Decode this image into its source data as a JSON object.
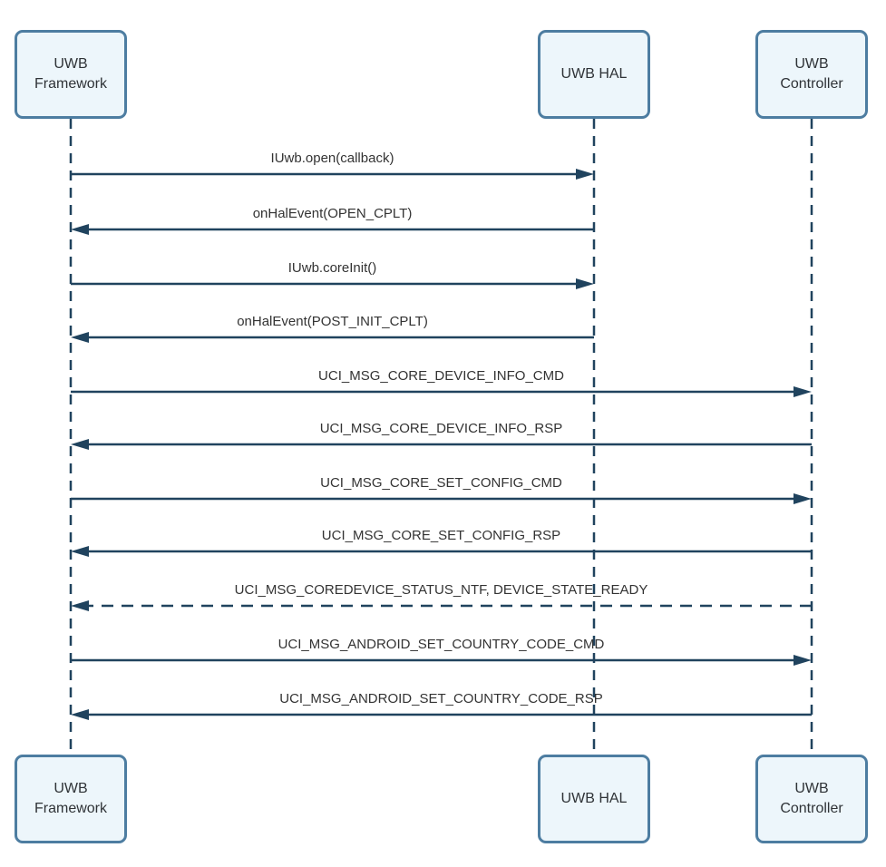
{
  "diagram": {
    "type": "sequence",
    "actors": [
      {
        "id": "framework",
        "label": "UWB Framework"
      },
      {
        "id": "hal",
        "label": "UWB HAL"
      },
      {
        "id": "controller",
        "label": "UWB Controller"
      }
    ],
    "messages": [
      {
        "label": "IUwb.open(callback)",
        "from": "framework",
        "to": "hal",
        "line": "solid"
      },
      {
        "label": "onHalEvent(OPEN_CPLT)",
        "from": "hal",
        "to": "framework",
        "line": "solid"
      },
      {
        "label": "IUwb.coreInit()",
        "from": "framework",
        "to": "hal",
        "line": "solid"
      },
      {
        "label": "onHalEvent(POST_INIT_CPLT)",
        "from": "hal",
        "to": "framework",
        "line": "solid"
      },
      {
        "label": "UCI_MSG_CORE_DEVICE_INFO_CMD",
        "from": "framework",
        "to": "controller",
        "line": "solid"
      },
      {
        "label": "UCI_MSG_CORE_DEVICE_INFO_RSP",
        "from": "controller",
        "to": "framework",
        "line": "solid"
      },
      {
        "label": "UCI_MSG_CORE_SET_CONFIG_CMD",
        "from": "framework",
        "to": "controller",
        "line": "solid"
      },
      {
        "label": "UCI_MSG_CORE_SET_CONFIG_RSP",
        "from": "controller",
        "to": "framework",
        "line": "solid"
      },
      {
        "label": "UCI_MSG_COREDEVICE_STATUS_NTF, DEVICE_STATE_READY",
        "from": "controller",
        "to": "framework",
        "line": "dashed"
      },
      {
        "label": "UCI_MSG_ANDROID_SET_COUNTRY_CODE_CMD",
        "from": "framework",
        "to": "controller",
        "line": "solid"
      },
      {
        "label": "UCI_MSG_ANDROID_SET_COUNTRY_CODE_RSP",
        "from": "controller",
        "to": "framework",
        "line": "solid"
      }
    ],
    "colors": {
      "actor_fill": "#edf6fb",
      "actor_border": "#4d7da1",
      "line": "#20435e",
      "text": "#333333"
    }
  }
}
